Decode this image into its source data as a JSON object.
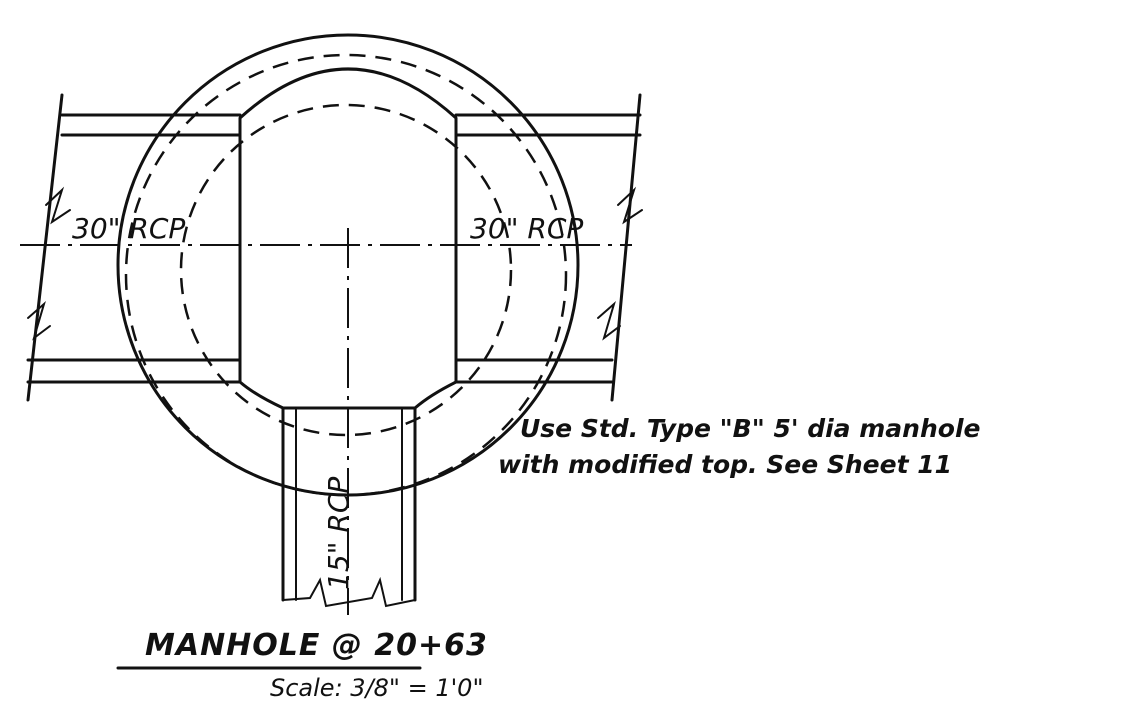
{
  "labels": {
    "pipe_left": "30\" RCP",
    "pipe_right": "30\" RCP",
    "pipe_bottom": "15\" RCP",
    "note_line1": "Use Std. Type \"B\" 5' dia manhole",
    "note_line2": "with modified top. See Sheet 11",
    "title": "MANHOLE @ 20+63",
    "scale": "Scale: 3/8\" = 1'0\""
  }
}
